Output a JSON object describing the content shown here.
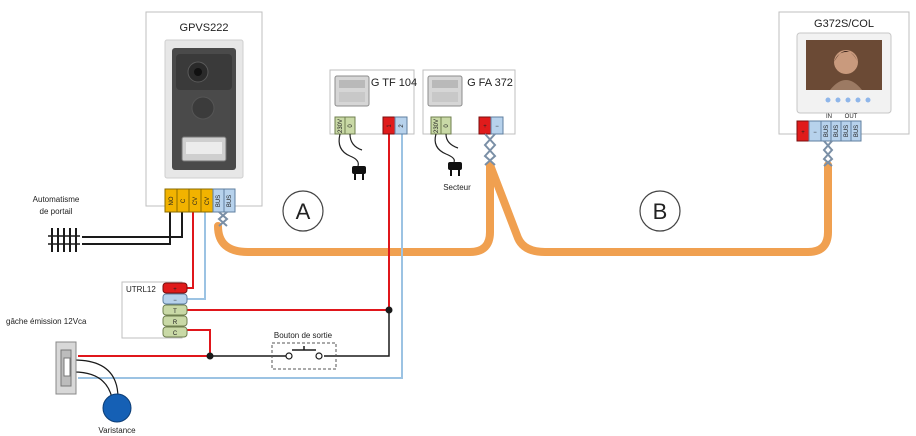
{
  "devices": {
    "door_panel": "GPVS222",
    "monitor": "G372S/COL",
    "transformer": "G TF 104",
    "power_supply": "G FA 372",
    "relay": "UTRL12"
  },
  "labels": {
    "gate_automation_l1": "Automatisme",
    "gate_automation_l2": "de portail",
    "strike": "gâche émission 12Vca",
    "exit_button": "Bouton de sortie",
    "varistor": "Varistance",
    "mains": "Secteur",
    "segment_a": "A",
    "segment_b": "B"
  },
  "terminals": {
    "panel": [
      "NO",
      "C",
      "CV",
      "CV",
      "BUS",
      "BUS"
    ],
    "relay": [
      "+",
      "−",
      "T",
      "R",
      "C"
    ],
    "transformer_in": [
      "230V",
      "0"
    ],
    "transformer_out": [
      "1",
      "2"
    ],
    "psu_in": [
      "230V",
      "0"
    ],
    "psu_out": [
      "+",
      "−"
    ],
    "monitor": [
      "+",
      "−",
      "IN",
      "BUS",
      "BUS",
      "OUT",
      "BUS",
      "BUS"
    ]
  },
  "colors": {
    "bus_cable": "#f0a050",
    "wire_red": "#e0161b",
    "wire_blue": "#9cc3e3",
    "wire_black": "#1a1a1a",
    "terminal_yellow": "#f2b300",
    "terminal_green": "#c9d9a6",
    "terminal_blue": "#b7d2ec",
    "terminal_red": "#e01b1b",
    "varistor": "#1560b5"
  }
}
